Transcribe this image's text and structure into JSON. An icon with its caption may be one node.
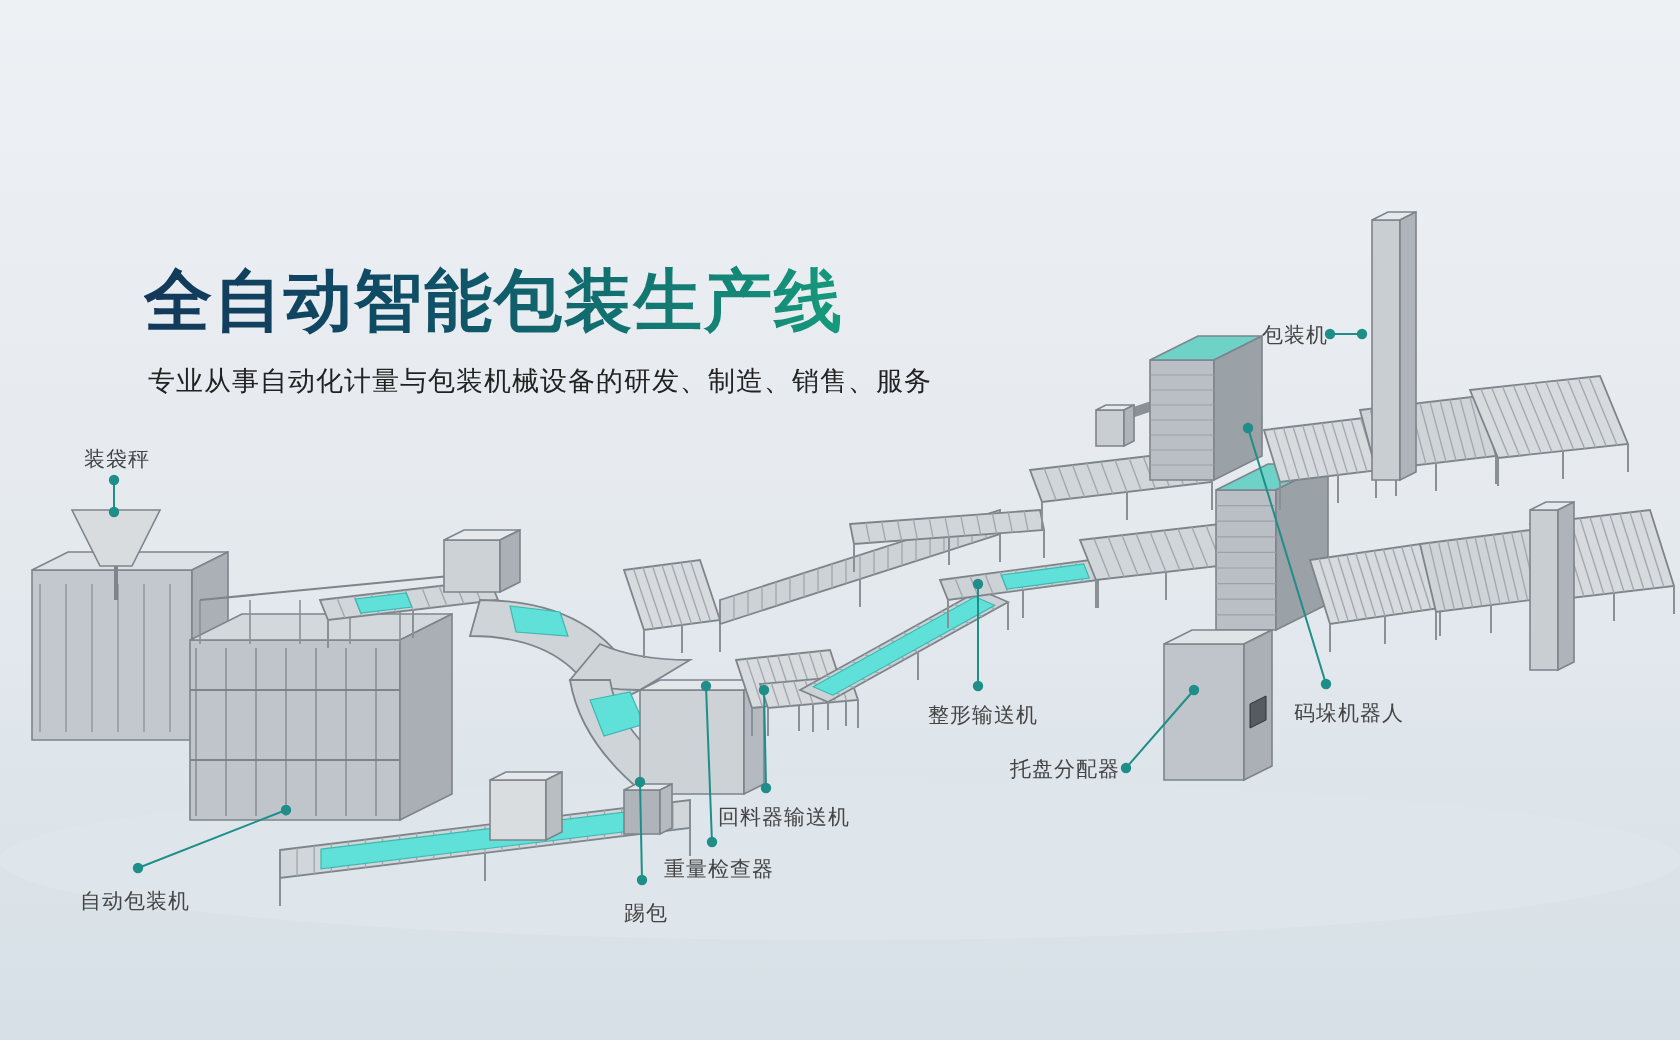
{
  "diagram": {
    "title": "全自动智能包装生产线",
    "caption": "专业从事自动化计量与包装机械设备的研发、制造、销售、服务",
    "nodes": [
      {
        "text": [
          "装袋秤"
        ]
      },
      {
        "text": [
          "自动包装机"
        ]
      },
      {
        "text": [
          "踢包"
        ]
      },
      {
        "text": [
          "重量检查器"
        ]
      },
      {
        "text": [
          "回料器输送机"
        ]
      },
      {
        "text": [
          "整形输送机"
        ]
      },
      {
        "text": [
          "托盘分配器"
        ]
      },
      {
        "text": [
          "码垛机器人"
        ]
      },
      {
        "text": [
          "包装机"
        ]
      }
    ],
    "edges": [
      {
        "from": 0,
        "to": null,
        "arrow": "other"
      },
      {
        "from": 1,
        "to": null,
        "arrow": "other"
      },
      {
        "from": 2,
        "to": null,
        "arrow": "other"
      },
      {
        "from": 3,
        "to": null,
        "arrow": "other"
      },
      {
        "from": 4,
        "to": null,
        "arrow": "other"
      },
      {
        "from": 5,
        "to": null,
        "arrow": "other"
      },
      {
        "from": 6,
        "to": null,
        "arrow": "other"
      },
      {
        "from": 7,
        "to": null,
        "arrow": "other"
      },
      {
        "from": 8,
        "to": null,
        "arrow": "other"
      }
    ]
  }
}
